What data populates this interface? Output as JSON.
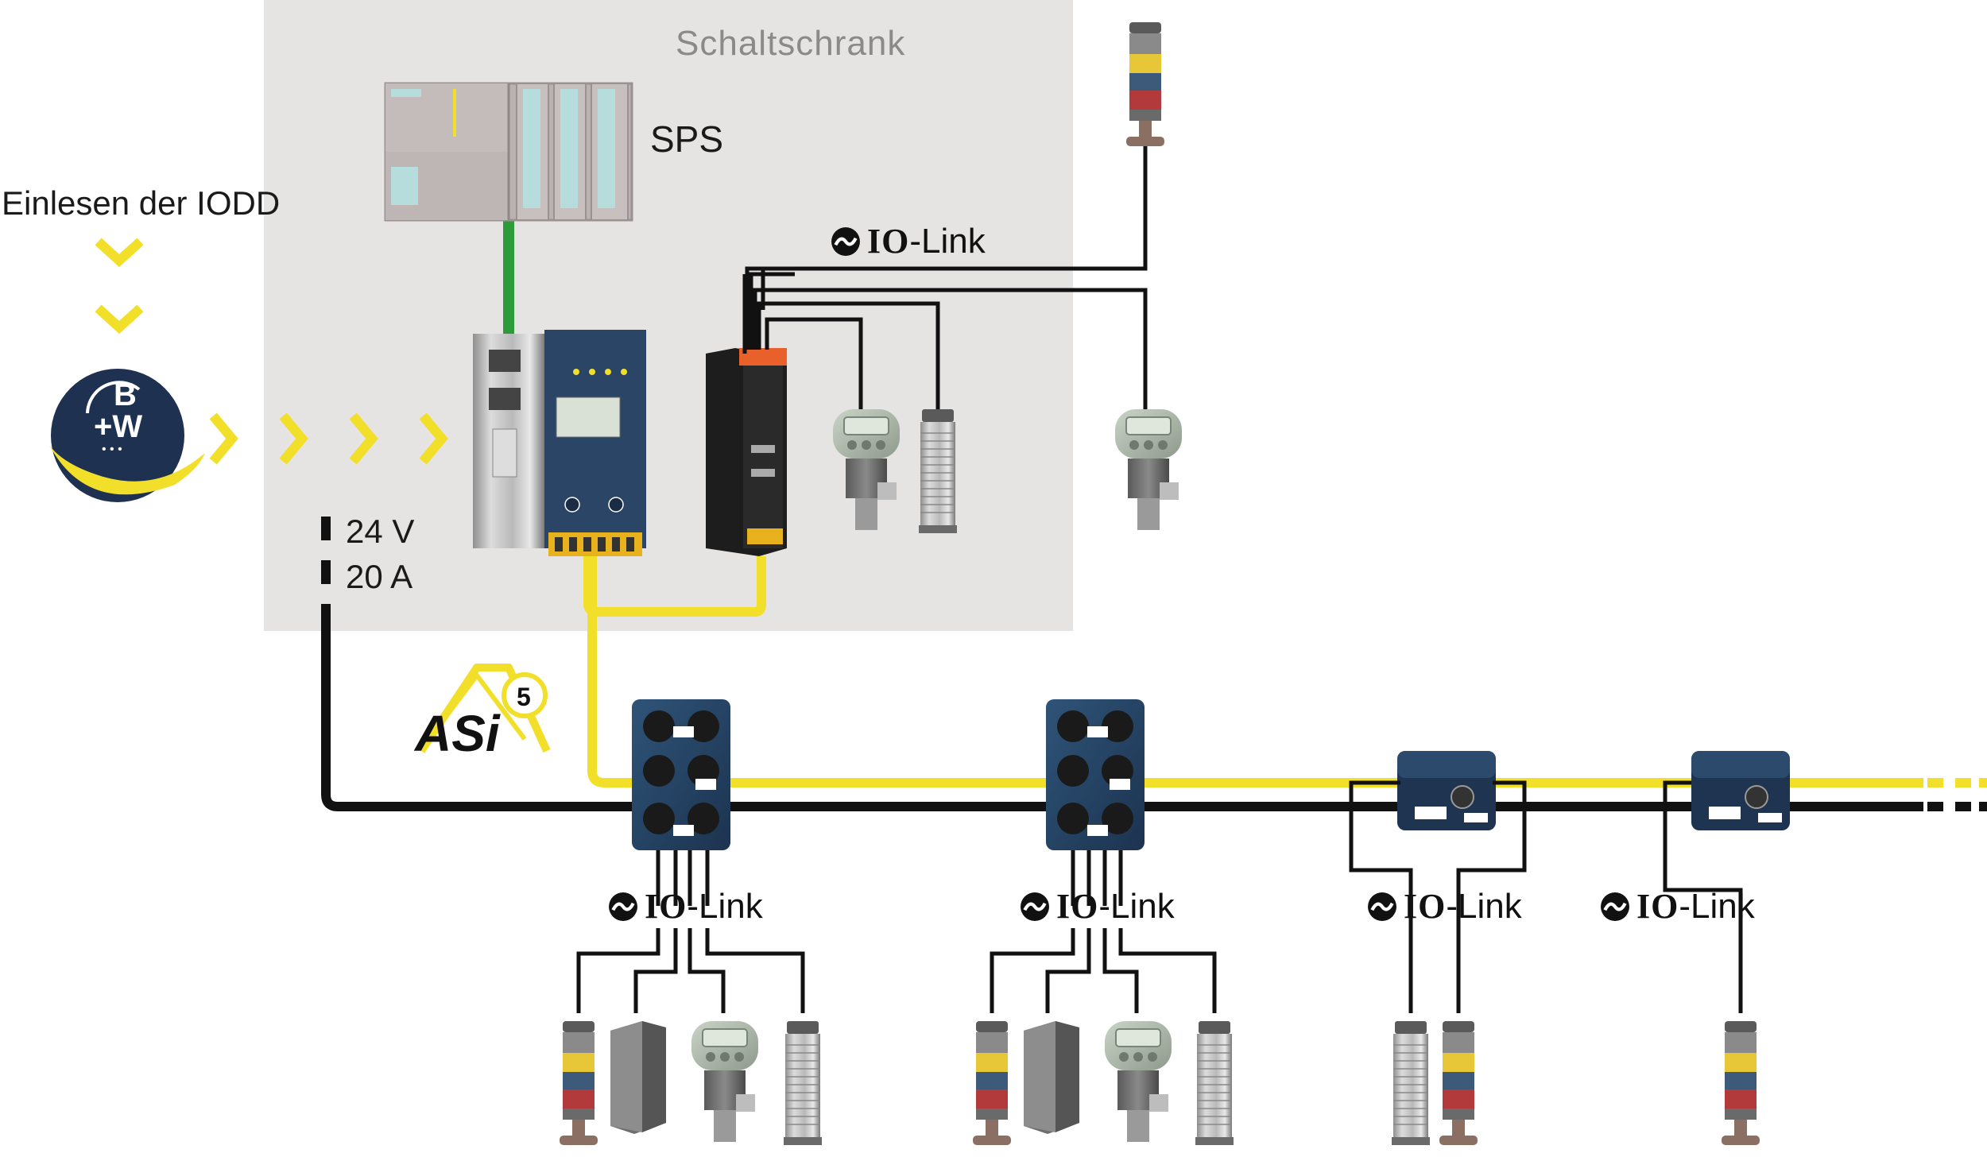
{
  "cabinet": {
    "title": "Schaltschrank"
  },
  "plc": {
    "label": "SPS"
  },
  "iodd": {
    "label": "Einlesen der IODD"
  },
  "bw_logo": {
    "text_top": "B",
    "text_bottom": "+W",
    "dots": "• • •"
  },
  "power": {
    "voltage": "24 V",
    "current": "20 A"
  },
  "asi_logo": {
    "text": "ASi",
    "version": "5"
  },
  "io_link": {
    "io": "IO",
    "link": "-Link"
  },
  "colors": {
    "asi_yellow": "#f2df2a",
    "power_black": "#111111",
    "profinet_green": "#2e9b3a",
    "cabinet_grey": "#e6e4e3",
    "module_blue": "#243d5c",
    "arrow_yellow": "#f2df2a"
  },
  "icons": [
    "bw-logo-icon",
    "asi5-logo-icon",
    "io-link-icon",
    "signal-tower-icon",
    "level-sensor-icon",
    "proximity-sensor-icon",
    "optical-sensor-icon",
    "gateway-icon",
    "plc-icon",
    "field-module-icon"
  ]
}
